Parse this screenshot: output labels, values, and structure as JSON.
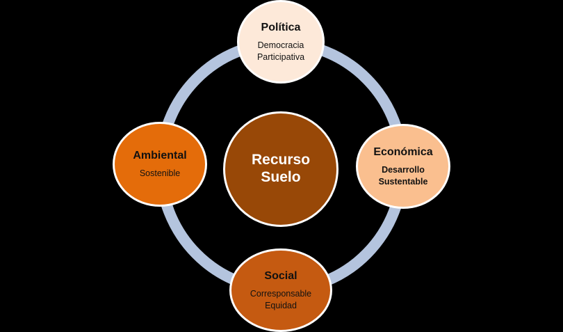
{
  "colors": {
    "background": "#000000",
    "ring": "#B4C4DE",
    "center": "#984807",
    "politica": "#FDE9D9",
    "economica": "#FABF8F",
    "ambiental": "#E46C0A",
    "social": "#C55A11"
  },
  "center": {
    "title": "Recurso Suelo"
  },
  "nodes": {
    "politica": {
      "title": "Política",
      "line1": "Democracia",
      "line2": "Participativa"
    },
    "economica": {
      "title": "Económica",
      "line1": "Desarrollo",
      "line2": "Sustentable"
    },
    "ambiental": {
      "title": "Ambiental",
      "line1": "Sostenible"
    },
    "social": {
      "title": "Social",
      "line1": "Corresponsable",
      "line2": "Equidad"
    }
  }
}
